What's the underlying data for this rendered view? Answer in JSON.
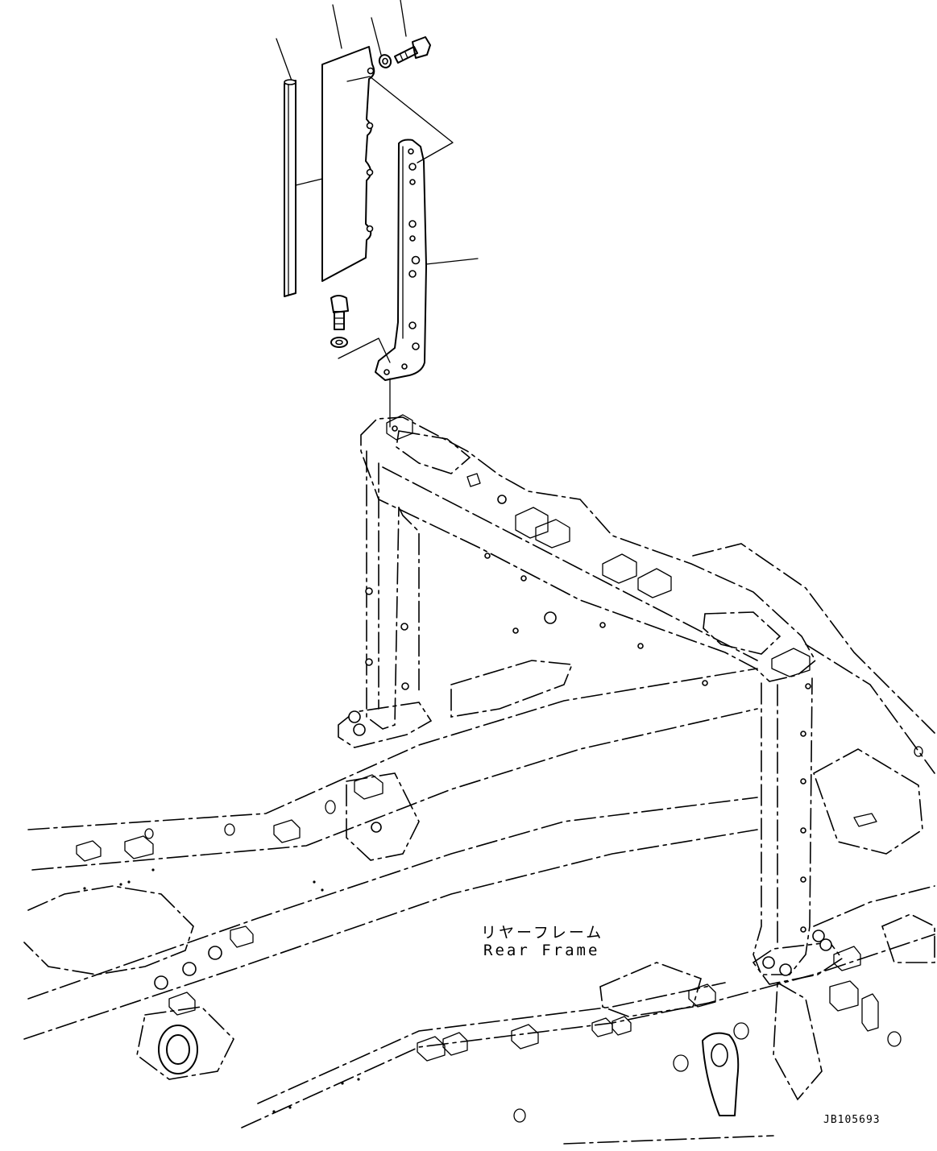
{
  "labels": {
    "japanese": "リヤーフレーム",
    "english": "Rear Frame"
  },
  "drawing_id": "JB105693"
}
